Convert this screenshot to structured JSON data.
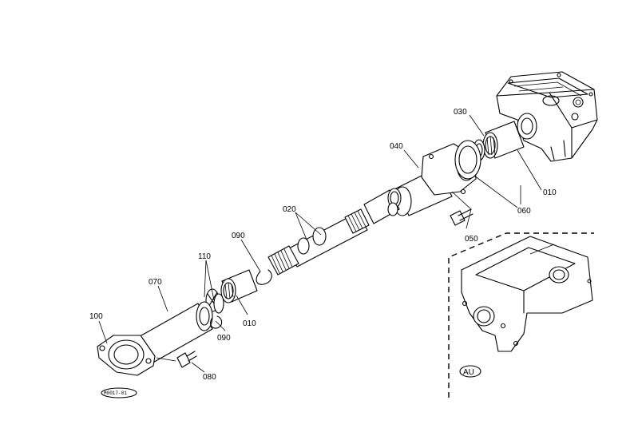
{
  "callouts": {
    "p010a": "010",
    "p010b": "010",
    "p020": "020",
    "p030": "030",
    "p040": "040",
    "p050": "050",
    "p060": "060",
    "p070": "070",
    "p080": "080",
    "p090a": "090",
    "p090b": "090",
    "p100": "100",
    "p110": "110"
  },
  "inset_label": "AU",
  "diagram_code": "M0017-01"
}
